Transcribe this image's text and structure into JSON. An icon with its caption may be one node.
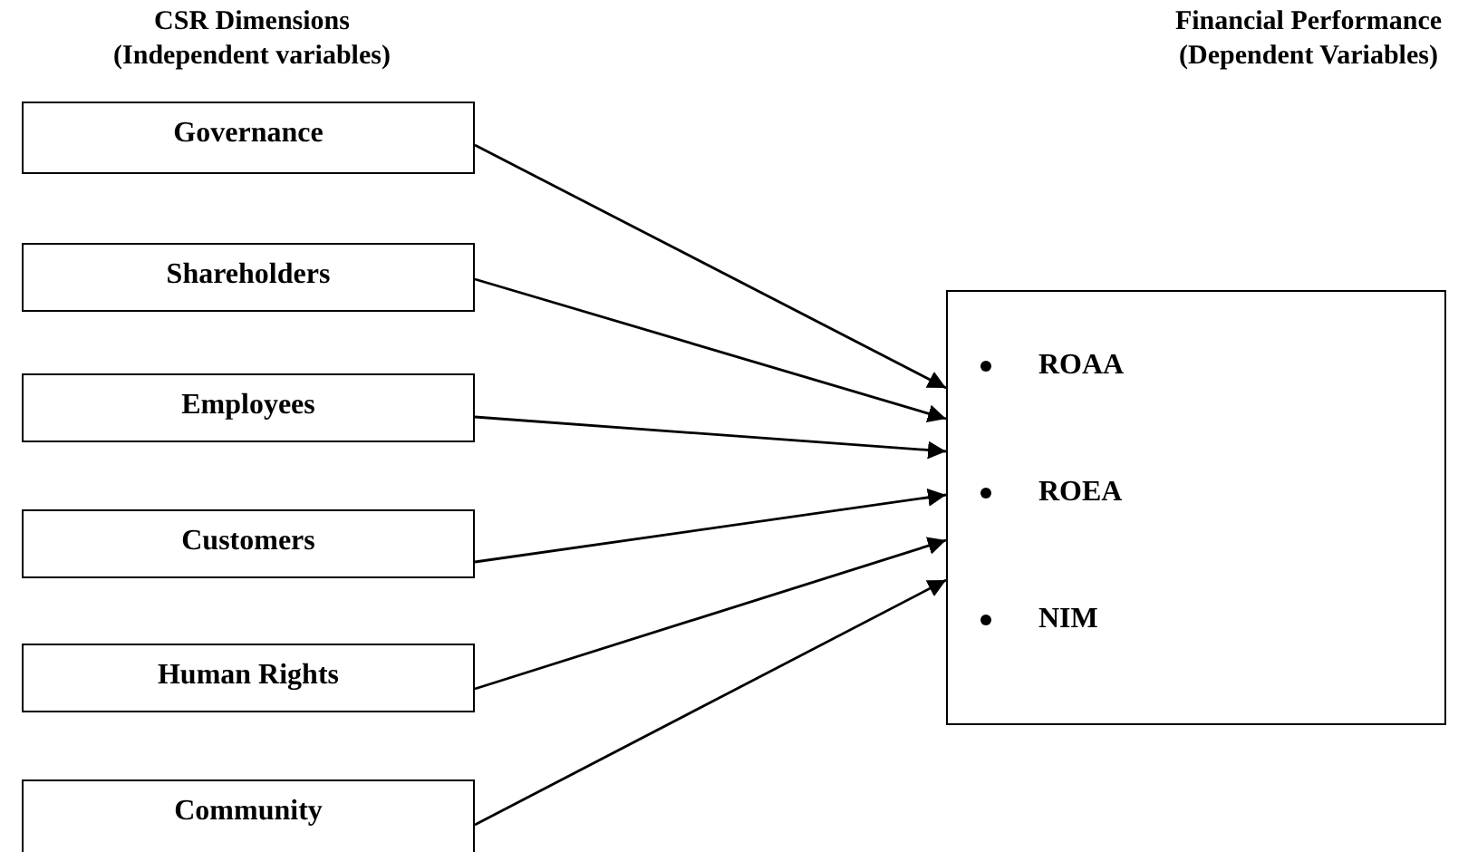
{
  "diagram": {
    "nodes": [
      {
        "text": [
          "Governance"
        ]
      },
      {
        "text": [
          "Shareholders"
        ]
      },
      {
        "text": [
          "Employees"
        ]
      },
      {
        "text": [
          "Customers"
        ]
      },
      {
        "text": [
          "Human Rights"
        ]
      },
      {
        "text": [
          "Community"
        ]
      },
      {
        "text": [
          "ROAA",
          "ROEA",
          "NIM"
        ]
      }
    ],
    "edges": [
      {
        "from": 0,
        "to": 6,
        "arrow": "to"
      },
      {
        "from": 1,
        "to": 6,
        "arrow": "to"
      },
      {
        "from": 2,
        "to": 6,
        "arrow": "to"
      },
      {
        "from": 3,
        "to": 6,
        "arrow": "to"
      },
      {
        "from": 4,
        "to": 6,
        "arrow": "to"
      },
      {
        "from": 5,
        "to": 6,
        "arrow": "to"
      }
    ],
    "labels": [
      "CSR Dimensions (Independent variables)",
      "Financial Performance (Dependent Variables)"
    ]
  }
}
